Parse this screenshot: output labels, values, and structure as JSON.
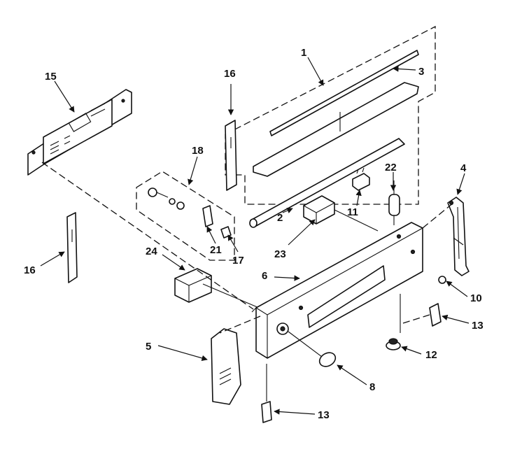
{
  "callouts": {
    "c1": "1",
    "c2": "2",
    "c3": "3",
    "c4": "4",
    "c5": "5",
    "c6": "6",
    "c8": "8",
    "c10": "10",
    "c11": "11",
    "c12": "12",
    "c13a": "13",
    "c13b": "13",
    "c15": "15",
    "c16a": "16",
    "c16b": "16",
    "c17": "17",
    "c18": "18",
    "c21": "21",
    "c22": "22",
    "c23": "23",
    "c24": "24"
  }
}
